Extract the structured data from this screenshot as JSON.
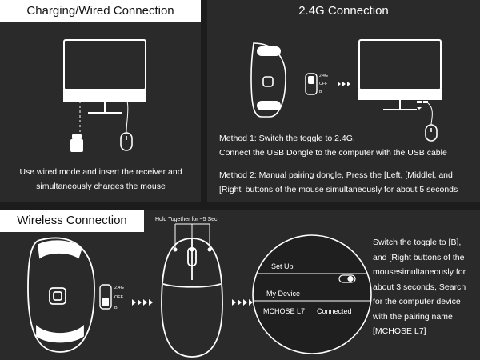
{
  "sections": {
    "wired": {
      "title": "Charging/Wired Connection",
      "description": "Use wired mode and insert the receiver and simultaneously charges the mouse"
    },
    "g24": {
      "title": "2.4G Connection",
      "toggle_labels": [
        "2.4G",
        "OFF",
        "B"
      ],
      "method1_line1": "Method 1: Switch the toggle to 2.4G,",
      "method1_line2": "Connect the USB Dongle to the computer with the USB cable",
      "method2_line1": "Method 2: Manual pairing dongle,  Press the [Left, [Middlel, and",
      "method2_line2": "[Rightl buttons of the mouse simultaneously for about 5 seconds"
    },
    "wireless": {
      "title": "Wireless Connection",
      "hold_label": "Hold Together for ~5 Sec",
      "toggle_labels": [
        "2.4G",
        "OFF",
        "B"
      ],
      "setup_label": "Set Up",
      "device_label": "My Device",
      "device_name": "MCHOSE L7",
      "device_status": "Connected",
      "instructions": [
        "Switch the toggle to [B],",
        "and [Right buttons of the",
        "mousesimultaneously for",
        "about 3 seconds, Search",
        "for the computer device",
        "with the pairing name",
        "[MCHOSE L7]"
      ]
    }
  }
}
